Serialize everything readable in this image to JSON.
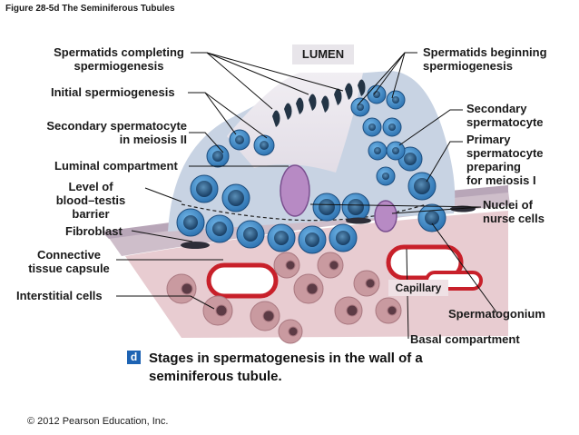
{
  "figure_title": "Figure 28-5d  The Seminiferous Tubules",
  "lumen_label": "LUMEN",
  "capillary_label": "Capillary",
  "labels": {
    "spermatids_completing": [
      "Spermatids completing",
      "spermiogenesis"
    ],
    "initial_spermiogenesis": "Initial spermiogenesis",
    "secondary_meiosis": [
      "Secondary spermatocyte",
      "in meiosis II"
    ],
    "luminal_compartment": "Luminal compartment",
    "level_of_barrier": [
      "Level of",
      "blood–testis",
      "barrier"
    ],
    "fibroblast": "Fibroblast",
    "connective_capsule": [
      "Connective",
      "tissue capsule"
    ],
    "interstitial_cells": "Interstitial cells",
    "spermatids_beginning": [
      "Spermatids beginning",
      "spermiogenesis"
    ],
    "secondary_spermatocyte": [
      "Secondary",
      "spermatocyte"
    ],
    "primary_spermatocyte": [
      "Primary",
      "spermatocyte",
      "preparing",
      "for meiosis I"
    ],
    "nuclei_nurse": [
      "Nuclei of",
      "nurse cells"
    ],
    "spermatogonium": "Spermatogonium",
    "basal_compartment": "Basal compartment"
  },
  "panel_badge": "d",
  "caption": [
    "Stages in spermatogenesis in the wall of a",
    "seminiferous tubule."
  ],
  "copyright": "© 2012 Pearson Education, Inc.",
  "colors": {
    "cell_blue": "#3a86c8",
    "cell_dark": "#1c4d7e",
    "tissue_pink": "#e7c9ce",
    "interstitial": "#c99aa0",
    "capillary_red": "#c8202a",
    "badge_blue": "#1d63b3"
  }
}
